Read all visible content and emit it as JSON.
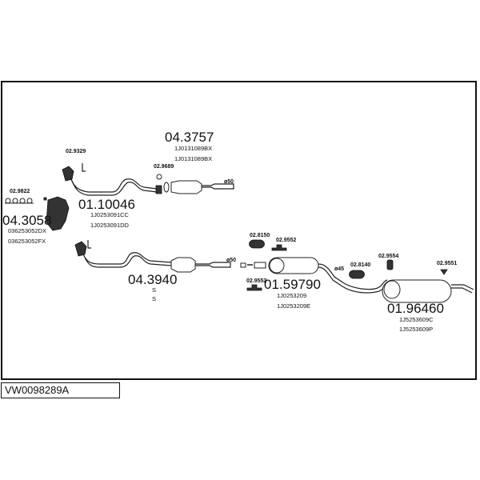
{
  "diagram": {
    "code": "VW0098289A",
    "parts": [
      {
        "id": "front_pipe",
        "number": "01.10046",
        "refs": [
          "1J0253091CC",
          "1J0253091DD"
        ]
      },
      {
        "id": "catalyst_upper",
        "number": "04.3757",
        "refs": [
          "1J0131089BX",
          "1J0131089BX"
        ]
      },
      {
        "id": "manifold_catalyst",
        "number": "04.3058",
        "refs": [
          "036253052DX",
          "036253052FX"
        ]
      },
      {
        "id": "catalyst_lower",
        "number": "04.3940",
        "refs": [
          "S",
          "S"
        ]
      },
      {
        "id": "middle_silencer",
        "number": "01.59790",
        "refs": [
          "1J0253209",
          "1J0253209E"
        ]
      },
      {
        "id": "rear_silencer",
        "number": "01.96460",
        "refs": [
          "1J5253609C",
          "1J5253609P"
        ]
      }
    ],
    "accessories": [
      {
        "id": "bracket_front",
        "number": "02.9329"
      },
      {
        "id": "gasket_set",
        "number": "02.9822"
      },
      {
        "id": "ring_gasket",
        "number": "02.9689"
      },
      {
        "id": "clamp_mid",
        "number": "02.8150"
      },
      {
        "id": "hanger_mid_a",
        "number": "02.9552"
      },
      {
        "id": "hanger_mid_b",
        "number": "02.9552"
      },
      {
        "id": "clamp_rear",
        "number": "02.8140"
      },
      {
        "id": "hanger_rear_a",
        "number": "02.9554"
      },
      {
        "id": "hanger_rear_b",
        "number": "02.9551"
      }
    ],
    "diameters": {
      "upper": "ø50",
      "lower": "ø50",
      "rear": "ø45"
    }
  }
}
